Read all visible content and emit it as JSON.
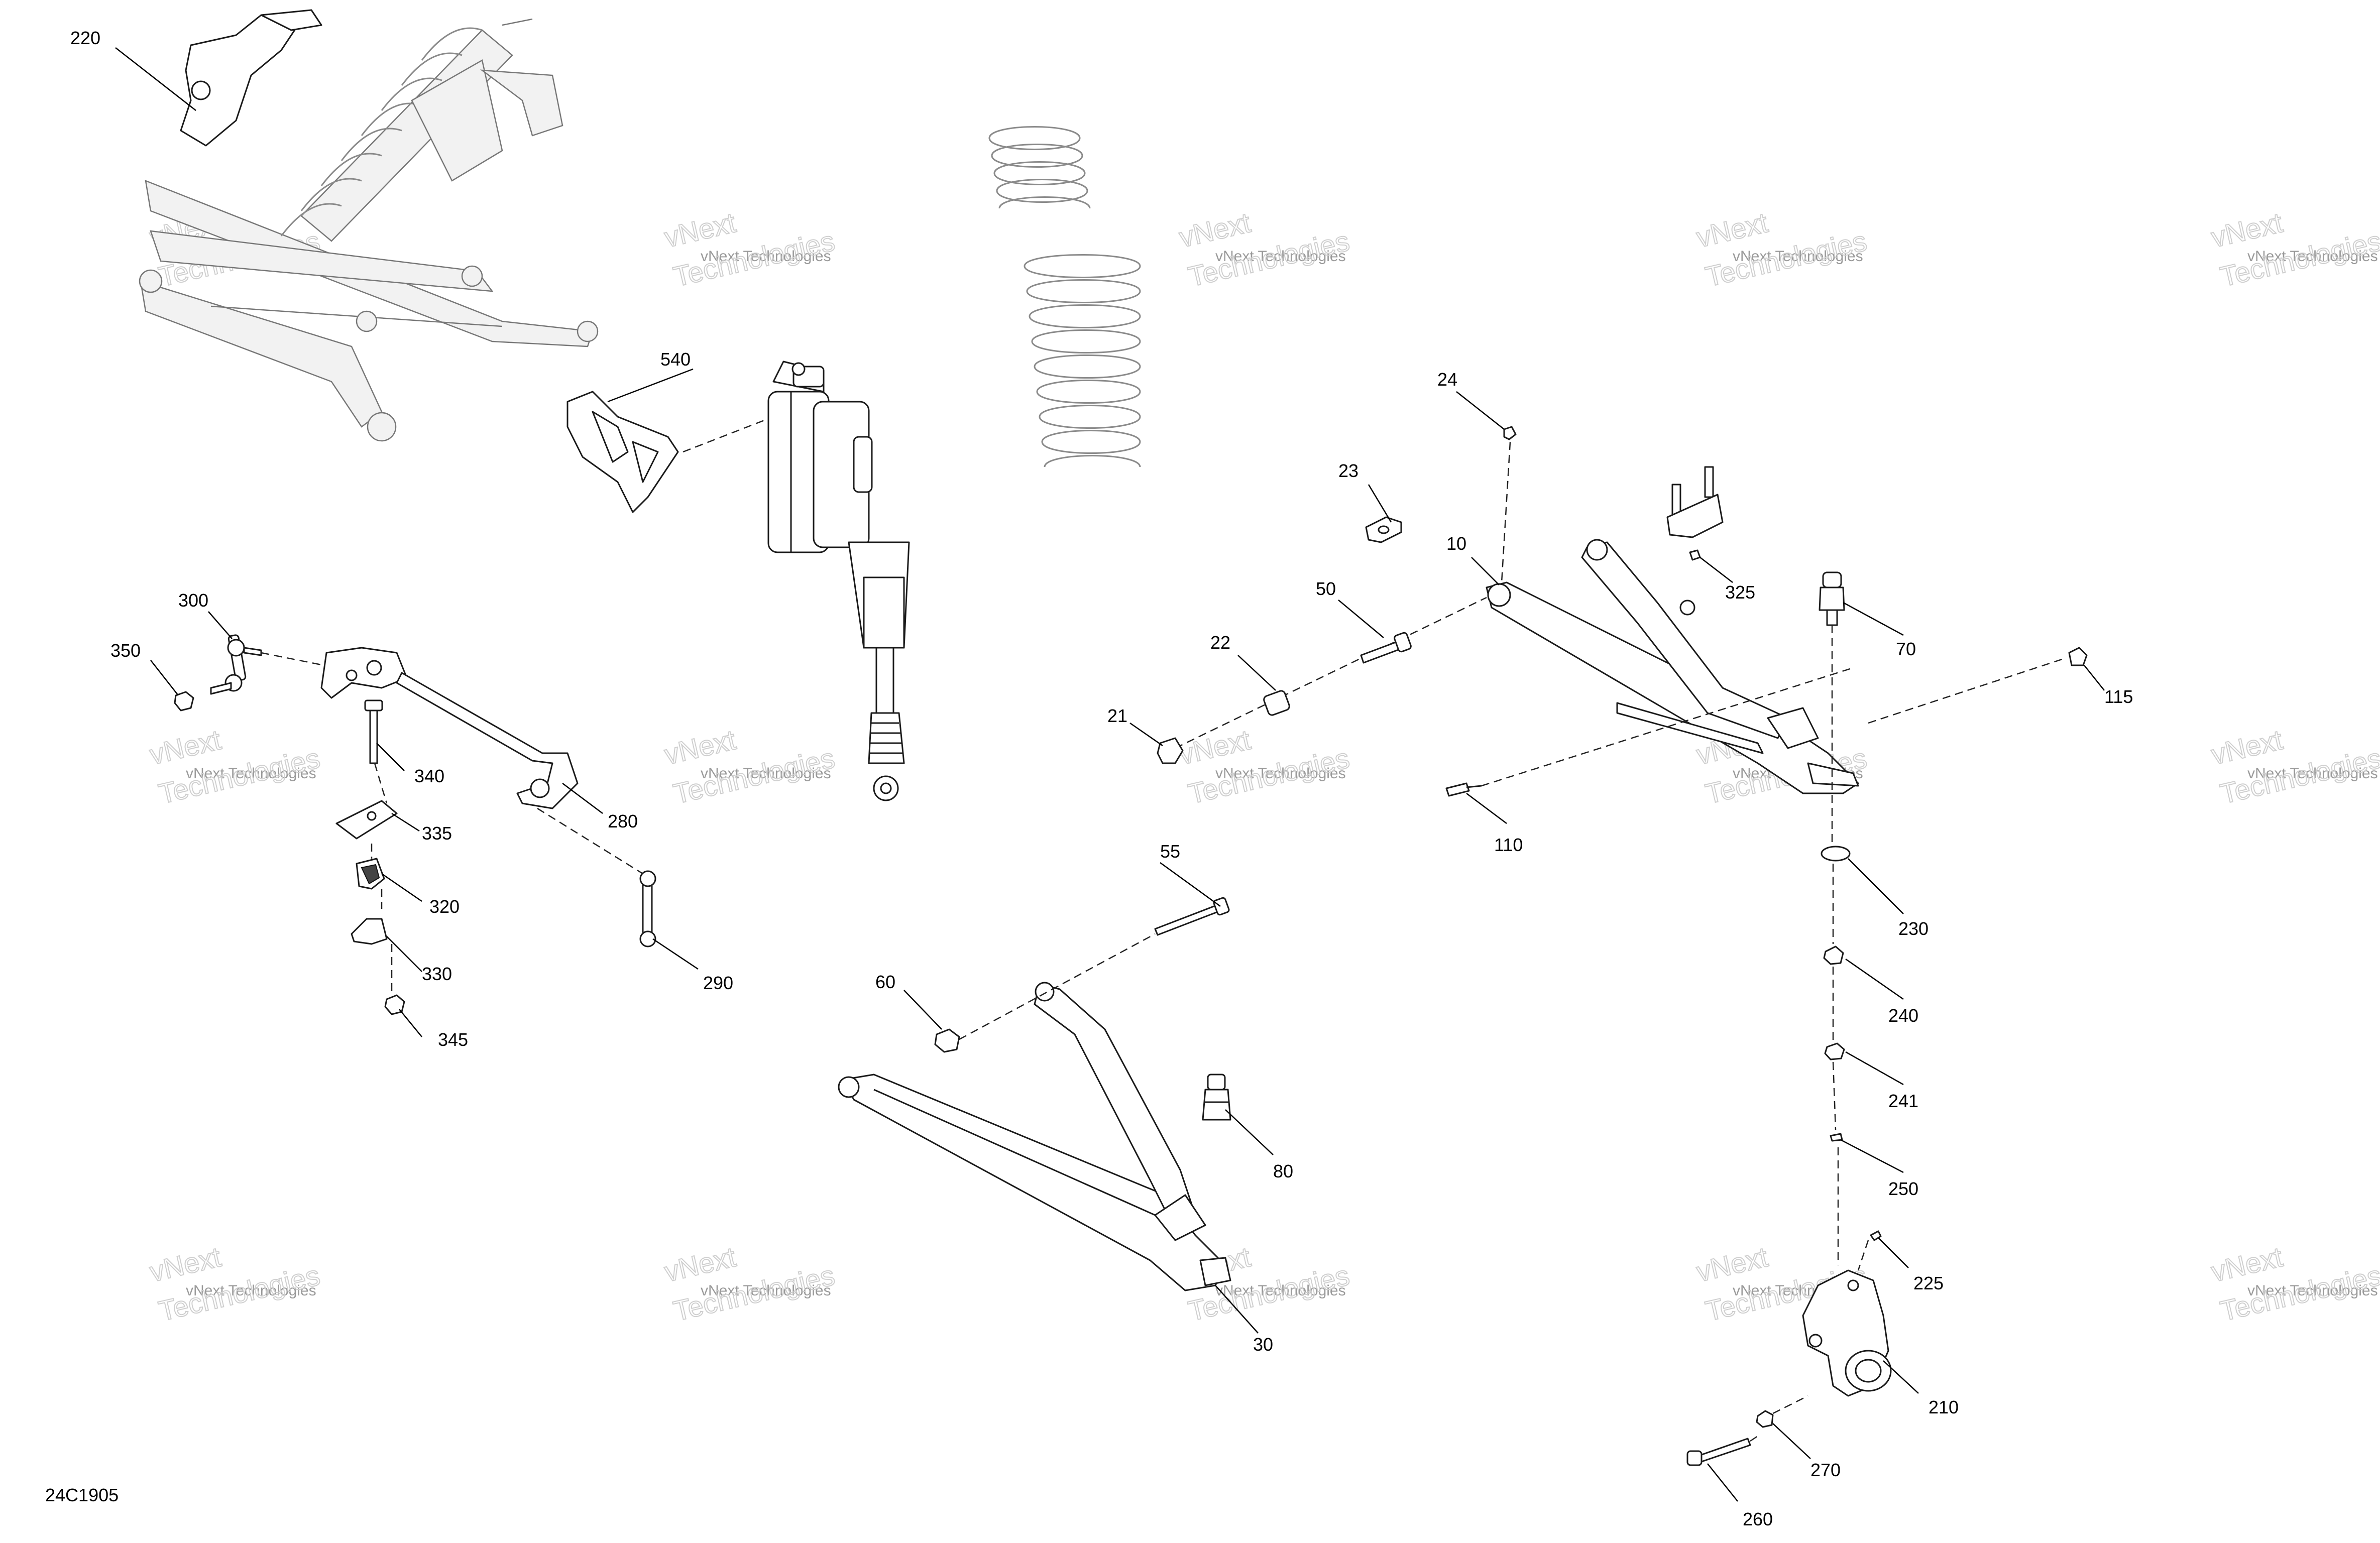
{
  "diagram": {
    "drawing_id": "24C1905",
    "watermark": {
      "line1": "vNext Technologies",
      "line2": "vNext",
      "line3": "Technologies"
    },
    "callouts": {
      "c10": "10",
      "c21": "21",
      "c22": "22",
      "c23": "23",
      "c24": "24",
      "c30": "30",
      "c50": "50",
      "c55": "55",
      "c60": "60",
      "c70": "70",
      "c80": "80",
      "c110": "110",
      "c115": "115",
      "c210": "210",
      "c220": "220",
      "c225": "225",
      "c230": "230",
      "c240": "240",
      "c241": "241",
      "c250": "250",
      "c260": "260",
      "c270": "270",
      "c280": "280",
      "c290": "290",
      "c300": "300",
      "c320": "320",
      "c325": "325",
      "c330": "330",
      "c335": "335",
      "c340": "340",
      "c345": "345",
      "c350": "350",
      "c540": "540"
    }
  }
}
